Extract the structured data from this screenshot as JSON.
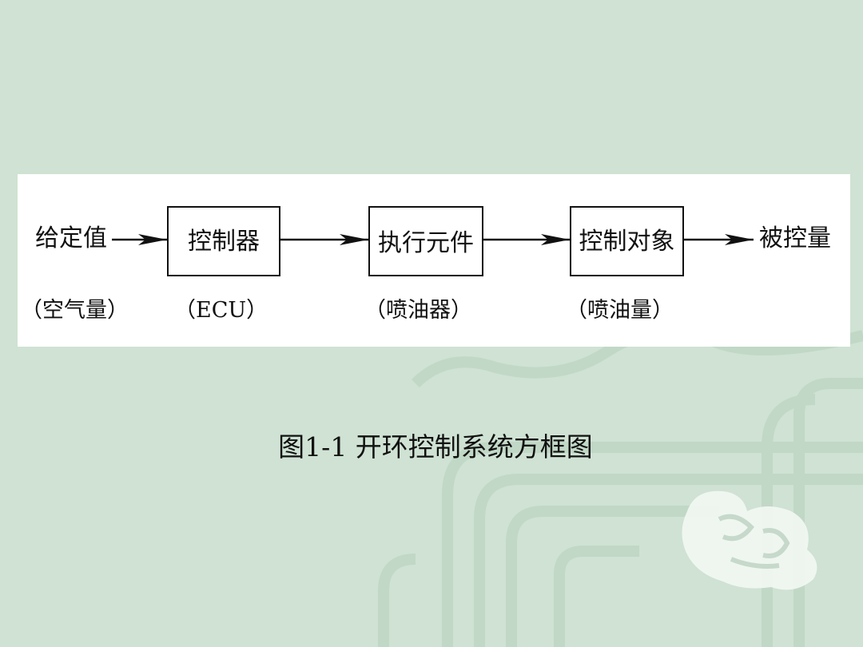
{
  "diagram": {
    "input": {
      "label": "给定值",
      "sub": "（空气量）"
    },
    "blocks": [
      {
        "label": "控制器",
        "sub": "（ECU）"
      },
      {
        "label": "执行元件",
        "sub": "（喷油器）"
      },
      {
        "label": "控制对象",
        "sub": "（喷油量）"
      }
    ],
    "output": {
      "label": "被控量"
    }
  },
  "caption": "图1-1  开环控制系统方框图"
}
